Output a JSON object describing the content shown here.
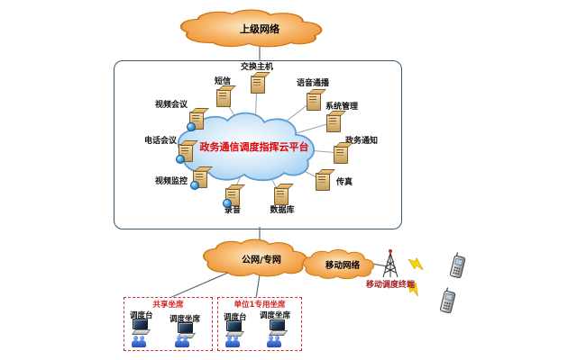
{
  "top_cloud": {
    "label": "上级网络"
  },
  "platform": {
    "cloud_label": "政务通信调度指挥云平台",
    "nodes": [
      {
        "label": "交换主机"
      },
      {
        "label": "短信"
      },
      {
        "label": "语音通播"
      },
      {
        "label": "视频会议"
      },
      {
        "label": "系统管理"
      },
      {
        "label": "电话会议"
      },
      {
        "label": "政务通知"
      },
      {
        "label": "视频监控"
      },
      {
        "label": "传真"
      },
      {
        "label": "录音"
      },
      {
        "label": "数据库"
      }
    ]
  },
  "networks": {
    "public": {
      "label": "公网/专网"
    },
    "mobile": {
      "label": "移动网络"
    }
  },
  "mobile_terminal": {
    "label": "移动调度终端"
  },
  "seat_groups": [
    {
      "title": "共享坐席",
      "consoles": [
        {
          "label": "调度台"
        },
        {
          "label": "调度坐席"
        }
      ]
    },
    {
      "title": "单位1专用坐席",
      "consoles": [
        {
          "label": "调度台"
        },
        {
          "label": "调度坐席"
        }
      ]
    }
  ],
  "colors": {
    "cloud_orange": "#f2a345",
    "cloud_orange_stroke": "#cf7a1a",
    "cloud_blue": "#aed2f0",
    "cloud_blue_stroke": "#5d9bd3",
    "platform_title_text": "#e00000",
    "seat_border": "#d03030",
    "bolt_yellow": "#ffd400"
  }
}
